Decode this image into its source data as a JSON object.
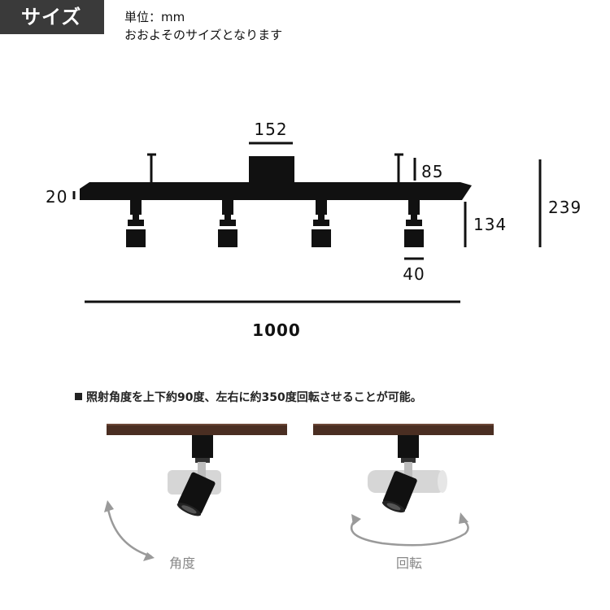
{
  "header": {
    "title": "サイズ",
    "unit_label": "単位：mm",
    "approx_note": "おおよそのサイズとなります"
  },
  "dimensions": {
    "head_width": "152",
    "hanger_height": "85",
    "rail_thickness": "20",
    "spot_height": "134",
    "total_height": "239",
    "spot_width": "40",
    "total_length": "1000"
  },
  "rotation": {
    "note": "照射角度を上下約90度、左右に約350度回転させることが可能。",
    "tilt_caption": "角度",
    "rotate_caption": "回転"
  },
  "colors": {
    "title_bg": "#3a3a3a",
    "fixture": "#111111",
    "rail_wood": "#4a2e22",
    "ghost": "#bdbdbd",
    "arrow": "#9a9a9a"
  }
}
